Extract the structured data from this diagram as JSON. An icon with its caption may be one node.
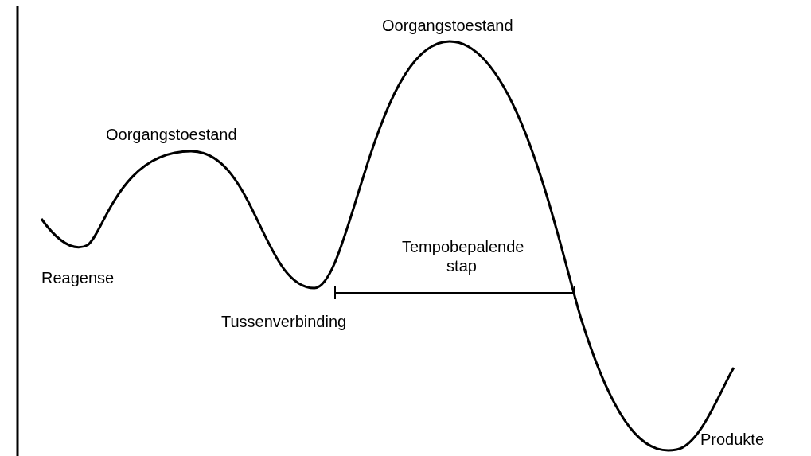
{
  "diagram": {
    "labels": [
      "Oorgangstoestand",
      "Oorgangstoestand",
      "Tempobepalende stap",
      "Reagense",
      "Tussenverbinding",
      "Produkte"
    ]
  }
}
